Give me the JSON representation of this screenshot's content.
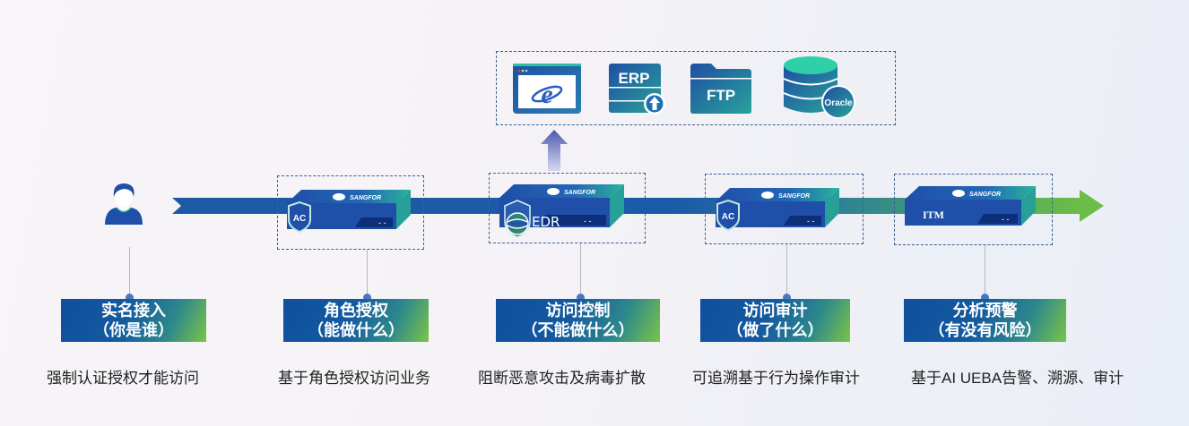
{
  "apps": {
    "items": [
      {
        "name": "IE browser",
        "icon": "ie-browser-icon"
      },
      {
        "name": "ERP",
        "label": "ERP",
        "icon": "erp-upload-icon"
      },
      {
        "name": "FTP",
        "label": "FTP",
        "icon": "ftp-folder-icon"
      },
      {
        "name": "Oracle",
        "label": "Oracle",
        "icon": "oracle-database-icon"
      }
    ]
  },
  "devices": [
    {
      "brand": "SANGFOR",
      "badge": "AC",
      "icon": "ac-shield-icon"
    },
    {
      "brand": "SANGFOR",
      "badge": "EDR",
      "icon": "edr-shield-icon"
    },
    {
      "brand": "SANGFOR",
      "badge": "AC",
      "icon": "ac-shield-icon"
    },
    {
      "brand": "SANGFOR",
      "badge": "ITM"
    }
  ],
  "device_ports": "- -",
  "stages": [
    {
      "title": "实名接入",
      "subtitle": "（你是谁）",
      "desc": "强制认证授权才能访问"
    },
    {
      "title": "角色授权",
      "subtitle": "（能做什么）",
      "desc": "基于角色授权访问业务"
    },
    {
      "title": "访问控制",
      "subtitle": "（不能做什么）",
      "desc": "阻断恶意攻击及病毒扩散"
    },
    {
      "title": "访问审计",
      "subtitle": "（做了什么）",
      "desc": "可追溯基于行为操作审计"
    },
    {
      "title": "分析预警",
      "subtitle": "（有没有风险）",
      "desc": "基于AI UEBA告警、溯源、审计"
    }
  ],
  "colors": {
    "flow_start": "#1b5aa6",
    "flow_end": "#6bbd47",
    "stage_blue": "#0f4f9e",
    "stage_green": "#7cc347",
    "dashed_border": "#3e5f8e"
  }
}
